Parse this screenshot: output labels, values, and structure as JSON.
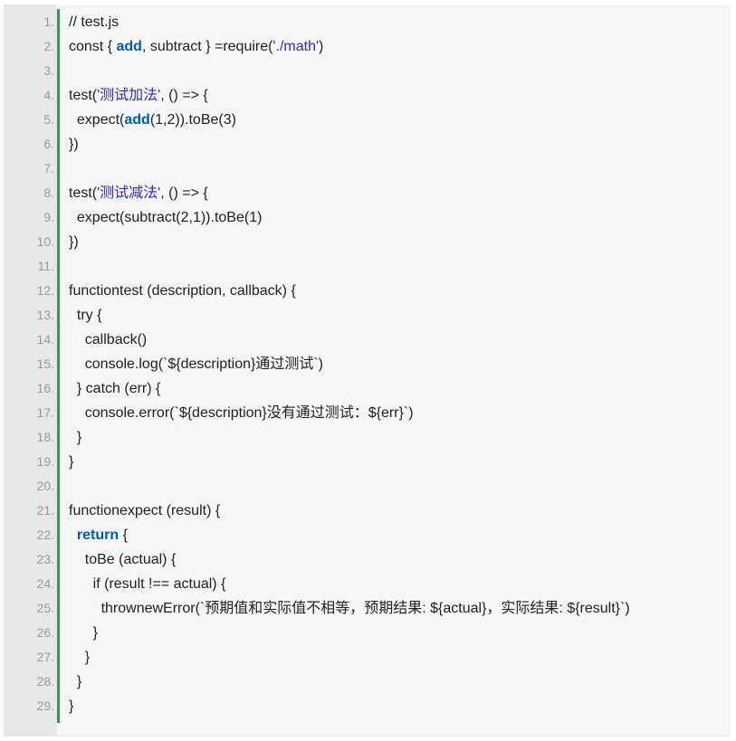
{
  "editor": {
    "lines": [
      {
        "num": "1.",
        "parts": [
          {
            "t": "// test.js",
            "c": "plain"
          }
        ]
      },
      {
        "num": "2.",
        "parts": [
          {
            "t": "const { ",
            "c": "plain"
          },
          {
            "t": "add",
            "c": "kw"
          },
          {
            "t": ", subtract } =require(",
            "c": "plain"
          },
          {
            "t": "'./math'",
            "c": "str"
          },
          {
            "t": ")",
            "c": "plain"
          }
        ]
      },
      {
        "num": "3.",
        "parts": []
      },
      {
        "num": "4.",
        "parts": [
          {
            "t": "test(",
            "c": "plain"
          },
          {
            "t": "'测试加法'",
            "c": "str"
          },
          {
            "t": ", () => {",
            "c": "plain"
          }
        ]
      },
      {
        "num": "5.",
        "parts": [
          {
            "t": "  expect(",
            "c": "plain"
          },
          {
            "t": "add",
            "c": "kw"
          },
          {
            "t": "(1,2)).toBe(3)",
            "c": "plain"
          }
        ]
      },
      {
        "num": "6.",
        "parts": [
          {
            "t": "})",
            "c": "plain"
          }
        ]
      },
      {
        "num": "7.",
        "parts": []
      },
      {
        "num": "8.",
        "parts": [
          {
            "t": "test(",
            "c": "plain"
          },
          {
            "t": "'测试减法'",
            "c": "str"
          },
          {
            "t": ", () => {",
            "c": "plain"
          }
        ]
      },
      {
        "num": "9.",
        "parts": [
          {
            "t": "  expect(subtract(2,1)).toBe(1)",
            "c": "plain"
          }
        ]
      },
      {
        "num": "10.",
        "parts": [
          {
            "t": "})",
            "c": "plain"
          }
        ]
      },
      {
        "num": "11.",
        "parts": []
      },
      {
        "num": "12.",
        "parts": [
          {
            "t": "functiontest (description, callback) {",
            "c": "plain"
          }
        ]
      },
      {
        "num": "13.",
        "parts": [
          {
            "t": "  try {",
            "c": "plain"
          }
        ]
      },
      {
        "num": "14.",
        "parts": [
          {
            "t": "    callback()",
            "c": "plain"
          }
        ]
      },
      {
        "num": "15.",
        "parts": [
          {
            "t": "    console.log(`${description}通过测试`)",
            "c": "plain"
          }
        ]
      },
      {
        "num": "16.",
        "parts": [
          {
            "t": "  } catch (err) {",
            "c": "plain"
          }
        ]
      },
      {
        "num": "17.",
        "parts": [
          {
            "t": "    console.error(`${description}没有通过测试：${err}`)",
            "c": "plain"
          }
        ]
      },
      {
        "num": "18.",
        "parts": [
          {
            "t": "  }",
            "c": "plain"
          }
        ]
      },
      {
        "num": "19.",
        "parts": [
          {
            "t": "}",
            "c": "plain"
          }
        ]
      },
      {
        "num": "20.",
        "parts": []
      },
      {
        "num": "21.",
        "parts": [
          {
            "t": "functionexpect (result) {",
            "c": "plain"
          }
        ]
      },
      {
        "num": "22.",
        "parts": [
          {
            "t": "  ",
            "c": "plain"
          },
          {
            "t": "return",
            "c": "kw"
          },
          {
            "t": " {",
            "c": "plain"
          }
        ]
      },
      {
        "num": "23.",
        "parts": [
          {
            "t": "    toBe (actual) {",
            "c": "plain"
          }
        ]
      },
      {
        "num": "24.",
        "parts": [
          {
            "t": "      if (result !== actual) {",
            "c": "plain"
          }
        ]
      },
      {
        "num": "25.",
        "parts": [
          {
            "t": "        thrownewError(`预期值和实际值不相等，预期结果: ${actual}，实际结果: ${result}`)",
            "c": "plain"
          }
        ]
      },
      {
        "num": "26.",
        "parts": [
          {
            "t": "      }",
            "c": "plain"
          }
        ]
      },
      {
        "num": "27.",
        "parts": [
          {
            "t": "    }",
            "c": "plain"
          }
        ]
      },
      {
        "num": "28.",
        "parts": [
          {
            "t": "  }",
            "c": "plain"
          }
        ]
      },
      {
        "num": "29.",
        "parts": [
          {
            "t": "}",
            "c": "plain"
          }
        ]
      }
    ]
  }
}
